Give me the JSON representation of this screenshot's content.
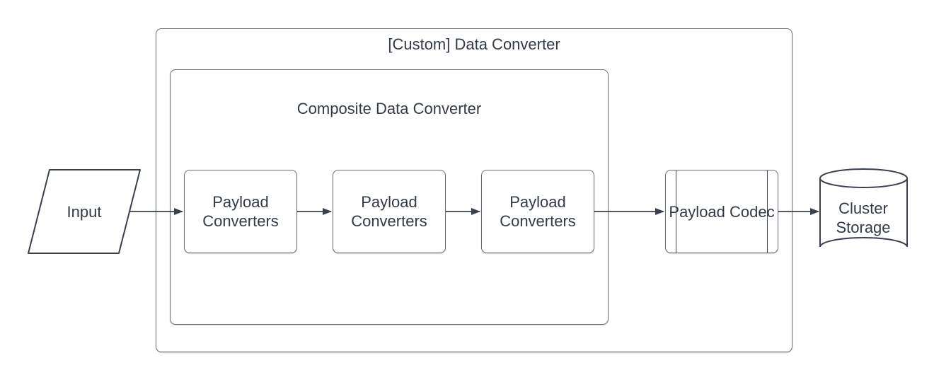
{
  "diagram": {
    "background": "#ffffff",
    "shape_stroke": "#39414e",
    "box_border": "#646c77",
    "text_color": "#333b45",
    "groups": [
      {
        "id": "custom-data-converter",
        "title": "[Custom] Data Converter"
      },
      {
        "id": "composite-data-converter",
        "title": "Composite Data Converter"
      }
    ],
    "nodes": [
      {
        "id": "input",
        "label": "Input",
        "shape": "parallelogram"
      },
      {
        "id": "payload-converters-1",
        "label": "Payload Converters",
        "shape": "rounded-rect"
      },
      {
        "id": "payload-converters-2",
        "label": "Payload Converters",
        "shape": "rounded-rect"
      },
      {
        "id": "payload-converters-3",
        "label": "Payload Converters",
        "shape": "rounded-rect"
      },
      {
        "id": "payload-codec",
        "label": "Payload Codec",
        "shape": "predefined-process"
      },
      {
        "id": "cluster-storage",
        "label": "Cluster Storage",
        "shape": "cylinder"
      }
    ],
    "edges": [
      {
        "from": "input",
        "to": "payload-converters-1"
      },
      {
        "from": "payload-converters-1",
        "to": "payload-converters-2"
      },
      {
        "from": "payload-converters-2",
        "to": "payload-converters-3"
      },
      {
        "from": "payload-converters-3",
        "to": "payload-codec"
      },
      {
        "from": "payload-codec",
        "to": "cluster-storage"
      }
    ]
  }
}
